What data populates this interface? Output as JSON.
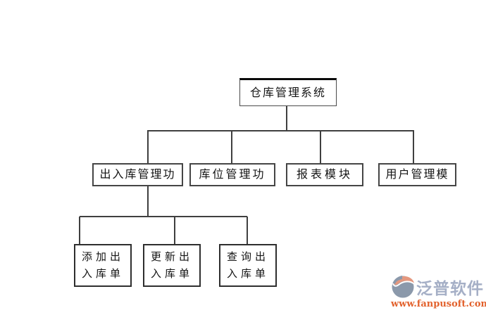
{
  "diagram": {
    "root": {
      "label": "仓库管理系统"
    },
    "level2": [
      {
        "label": "出入库管理功"
      },
      {
        "label": "库位管理功"
      },
      {
        "label": "报表模块"
      },
      {
        "label": "用户管理模"
      }
    ],
    "level3": [
      {
        "line1": "添加出",
        "line2": "入库单"
      },
      {
        "line1": "更新出",
        "line2": "入库单"
      },
      {
        "line1": "查询出",
        "line2": "入库单"
      }
    ]
  },
  "watermark": {
    "brand": "泛普软件",
    "url": "www.fanpusoft.com",
    "brand_color": "#a5afc6",
    "url_color": "#e2612c",
    "icon_gray": "#8b99ab",
    "icon_salmon": "#e5987f"
  },
  "colors": {
    "background": "#ffffff",
    "connector_line": "#3f3f3f",
    "box_border": "#454545",
    "text": "#141414"
  }
}
